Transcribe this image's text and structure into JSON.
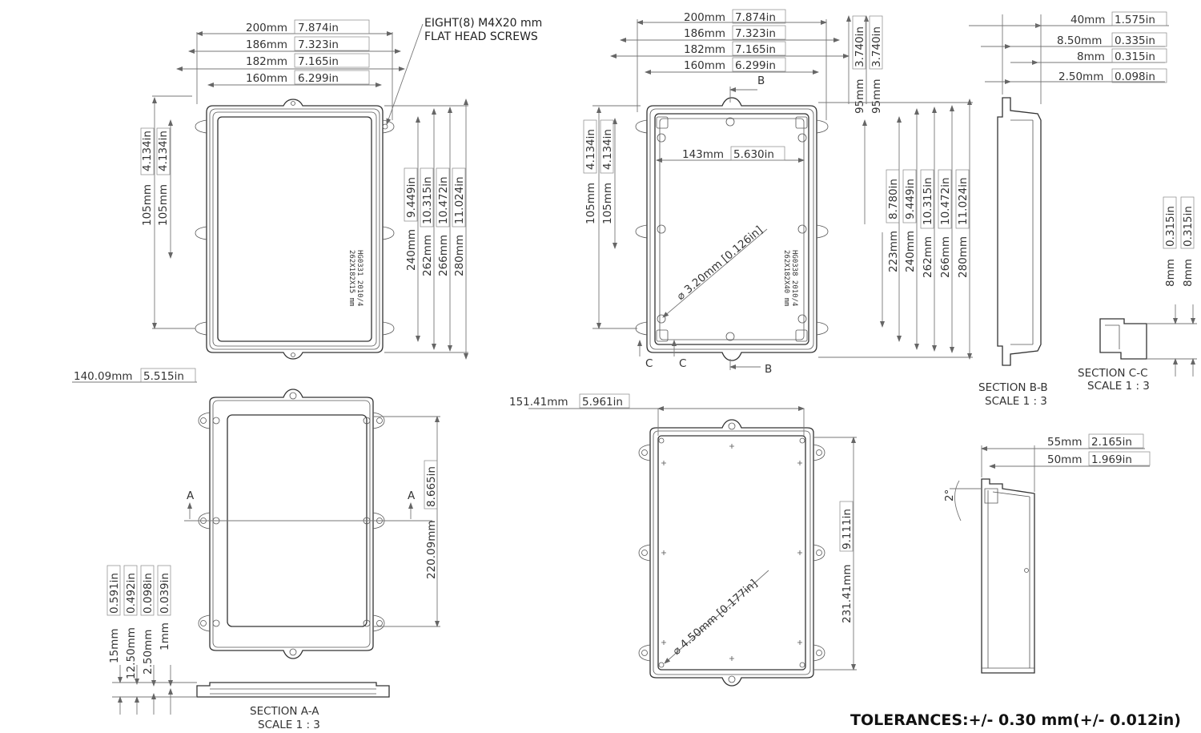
{
  "drawing": {
    "screws_note": [
      "EIGHT(8) M4X20 mm",
      "FLAT HEAD SCREWS"
    ],
    "tolerances": "TOLERANCES:+/- 0.30 mm(+/- 0.012in)",
    "lid_top": {
      "widths": [
        {
          "mm": "200mm",
          "in": "7.874in"
        },
        {
          "mm": "186mm",
          "in": "7.323in"
        },
        {
          "mm": "182mm",
          "in": "7.165in"
        },
        {
          "mm": "160mm",
          "in": "6.299in"
        }
      ],
      "left_dims": [
        {
          "mm": "105mm",
          "in": "4.134in"
        },
        {
          "mm": "105mm",
          "in": "4.134in"
        }
      ],
      "right_dims": [
        {
          "mm": "240mm",
          "in": "9.449in"
        },
        {
          "mm": "262mm",
          "in": "10.315in"
        },
        {
          "mm": "266mm",
          "in": "10.472in"
        },
        {
          "mm": "280mm",
          "in": "11.024in"
        }
      ],
      "part_text": [
        "HG0331 2010/4",
        "262X182X15 mm"
      ]
    },
    "base_top": {
      "widths": [
        {
          "mm": "200mm",
          "in": "7.874in"
        },
        {
          "mm": "186mm",
          "in": "7.323in"
        },
        {
          "mm": "182mm",
          "in": "7.165in"
        },
        {
          "mm": "160mm",
          "in": "6.299in"
        }
      ],
      "top_right_dims": [
        {
          "mm": "95mm",
          "in": "3.740in"
        },
        {
          "mm": "95mm",
          "in": "3.740in"
        }
      ],
      "inner_width": {
        "mm": "143mm",
        "in": "5.630in"
      },
      "left_dims": [
        {
          "mm": "105mm",
          "in": "4.134in"
        },
        {
          "mm": "105mm",
          "in": "4.134in"
        }
      ],
      "right_dims": [
        {
          "mm": "223mm",
          "in": "8.780in"
        },
        {
          "mm": "240mm",
          "in": "9.449in"
        },
        {
          "mm": "262mm",
          "in": "10.315in"
        },
        {
          "mm": "266mm",
          "in": "10.472in"
        },
        {
          "mm": "280mm",
          "in": "11.024in"
        }
      ],
      "hole_dia": {
        "mm": "3.20mm",
        "in": "0.126in"
      },
      "part_text": [
        "HG0338 2010/4",
        "262X182X40 mm"
      ],
      "section_b": "B",
      "section_c": "C"
    },
    "side_section": {
      "dims": [
        {
          "mm": "40mm",
          "in": "1.575in"
        },
        {
          "mm": "8.50mm",
          "in": "0.335in"
        },
        {
          "mm": "8mm",
          "in": "0.315in"
        },
        {
          "mm": "2.50mm",
          "in": "0.098in"
        }
      ],
      "vertical_dims": [
        {
          "mm": "8mm",
          "in": "0.315in"
        },
        {
          "mm": "8mm",
          "in": "0.315in"
        }
      ],
      "section_bb": [
        "SECTION B-B",
        "SCALE 1 : 3"
      ],
      "section_cc": [
        "SECTION C-C",
        "SCALE 1 : 3"
      ]
    },
    "lid_bottom": {
      "width": {
        "mm": "140.09mm",
        "in": "5.515in"
      },
      "height": {
        "mm": "220.09mm",
        "in": "8.665in"
      },
      "section_a": "A",
      "section_aa": [
        "SECTION A-A",
        "SCALE 1 : 3"
      ],
      "thickness_dims": [
        {
          "mm": "15mm",
          "in": "0.591in"
        },
        {
          "mm": "12.50mm",
          "in": "0.492in"
        },
        {
          "mm": "2.50mm",
          "in": "0.098in"
        },
        {
          "mm": "1mm",
          "in": "0.039in"
        }
      ]
    },
    "base_bottom": {
      "width": {
        "mm": "151.41mm",
        "in": "5.961in"
      },
      "height": {
        "mm": "231.41mm",
        "in": "9.111in"
      },
      "hole_dia": {
        "mm": "4.50mm",
        "in": "0.177in"
      }
    },
    "side_view": {
      "dims": [
        {
          "mm": "55mm",
          "in": "2.165in"
        },
        {
          "mm": "50mm",
          "in": "1.969in"
        }
      ],
      "angle": "2°"
    }
  }
}
